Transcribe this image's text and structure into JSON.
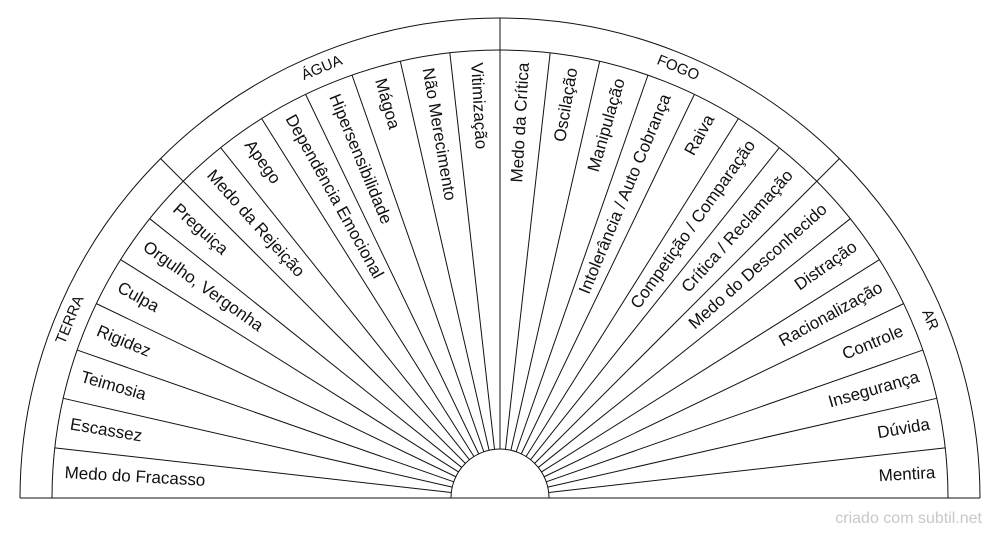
{
  "chart_data": {
    "type": "pendulum-chart",
    "groups": [
      "TERRA",
      "ÁGUA",
      "FOGO",
      "AR"
    ],
    "sectors": [
      {
        "label": "Medo do Fracasso",
        "group": "TERRA"
      },
      {
        "label": "Escassez",
        "group": "TERRA"
      },
      {
        "label": "Teimosia",
        "group": "TERRA"
      },
      {
        "label": "Rigidez",
        "group": "TERRA"
      },
      {
        "label": "Culpa",
        "group": "TERRA"
      },
      {
        "label": "Orgulho, Vergonha",
        "group": "TERRA"
      },
      {
        "label": "Preguiça",
        "group": "TERRA"
      },
      {
        "label": "Medo da Rejeição",
        "group": "ÁGUA"
      },
      {
        "label": "Apego",
        "group": "ÁGUA"
      },
      {
        "label": "Dependência Emocional",
        "group": "ÁGUA"
      },
      {
        "label": "Hipersensibilidade",
        "group": "ÁGUA"
      },
      {
        "label": "Mágoa",
        "group": "ÁGUA"
      },
      {
        "label": "Não Merecimento",
        "group": "ÁGUA"
      },
      {
        "label": "Vitimização",
        "group": "ÁGUA"
      },
      {
        "label": "Medo da Crítica",
        "group": "FOGO"
      },
      {
        "label": "Oscilação",
        "group": "FOGO"
      },
      {
        "label": "Manipulação",
        "group": "FOGO"
      },
      {
        "label": "Intolerância / Auto Cobrança",
        "group": "FOGO"
      },
      {
        "label": "Raiva",
        "group": "FOGO"
      },
      {
        "label": "Competição  / Comparação",
        "group": "FOGO"
      },
      {
        "label": "Crítica  / Reclamação",
        "group": "FOGO"
      },
      {
        "label": "Medo do Desconhecido",
        "group": "AR"
      },
      {
        "label": "Distração",
        "group": "AR"
      },
      {
        "label": "Racionalização",
        "group": "AR"
      },
      {
        "label": "Controle",
        "group": "AR"
      },
      {
        "label": "Insegurança",
        "group": "AR"
      },
      {
        "label": "Dúvida",
        "group": "AR"
      },
      {
        "label": "Mentira",
        "group": "AR"
      }
    ]
  },
  "footer": {
    "credit": "criado com subtil.net"
  }
}
